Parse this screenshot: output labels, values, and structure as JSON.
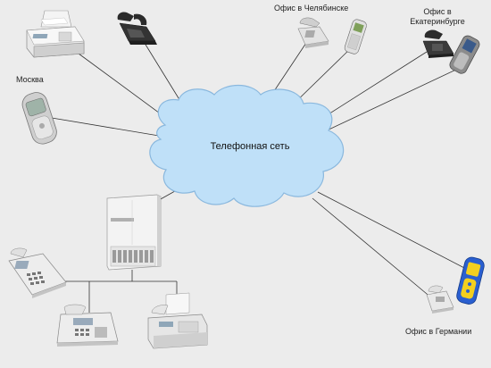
{
  "network": {
    "label": "Телефонная сеть"
  },
  "labels": {
    "moscow": "Москва",
    "chelyabinsk": "Офис в Челябинске",
    "ekaterinburg_line1": "Офис в",
    "ekaterinburg_line2": "Екатеринбурге",
    "germany": "Офис в Германии"
  },
  "devices": [
    {
      "name": "fax-machine-moscow-icon"
    },
    {
      "name": "desk-phone-moscow-icon"
    },
    {
      "name": "mobile-phone-moscow-icon"
    },
    {
      "name": "desk-phone-chelyabinsk-icon"
    },
    {
      "name": "mobile-phone-chelyabinsk-icon"
    },
    {
      "name": "desk-phone-ekaterinburg-icon"
    },
    {
      "name": "mobile-phone-ekaterinburg-icon"
    },
    {
      "name": "pbx-unit-icon"
    },
    {
      "name": "system-phone-left-icon"
    },
    {
      "name": "system-phone-bottom-icon"
    },
    {
      "name": "fax-machine-bottom-icon"
    },
    {
      "name": "desk-phone-germany-icon"
    },
    {
      "name": "mobile-phone-germany-icon"
    }
  ],
  "colors": {
    "cloud_fill": "#bfe0f8",
    "cloud_stroke": "#8ab8de",
    "line": "#333333",
    "device_light": "#f4f4f4",
    "device_mid": "#c9c9c9",
    "device_dark": "#2b2b2b",
    "mobile_blue": "#2a5fd0",
    "mobile_yellow": "#f3cf1f"
  }
}
